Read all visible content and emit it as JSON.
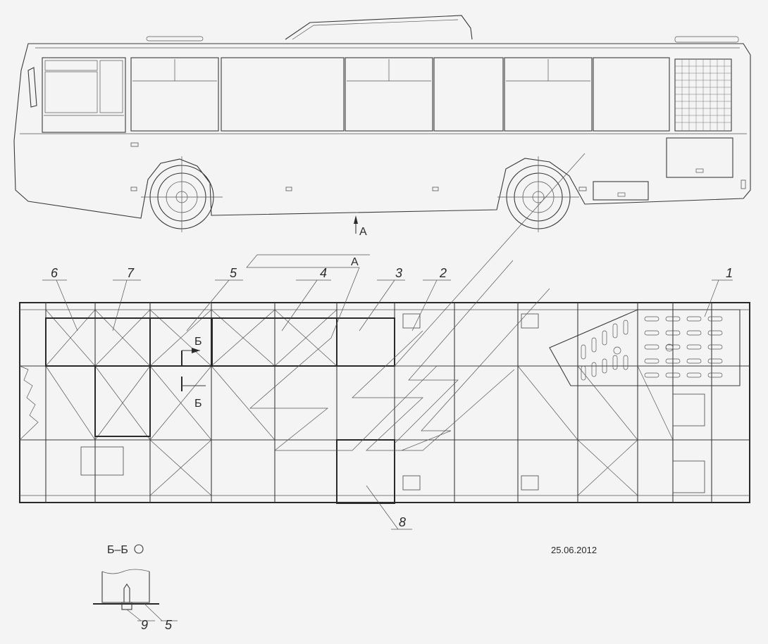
{
  "view_marks": {
    "arrow_a_label": "А",
    "view_a_label": "А",
    "section_b_top": "Б",
    "section_b_bottom": "Б"
  },
  "section_title": "Б–Б",
  "date": "25.06.2012",
  "callouts": [
    "1",
    "2",
    "3",
    "4",
    "5",
    "6",
    "7",
    "8"
  ],
  "detail_callouts": [
    "9",
    "5"
  ]
}
